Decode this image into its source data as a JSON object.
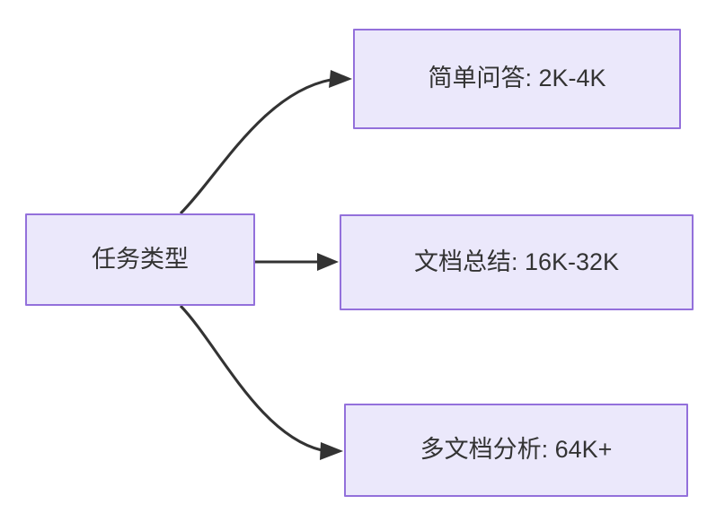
{
  "diagram": {
    "type": "flowchart",
    "direction": "left-to-right",
    "background_color": "#ffffff",
    "node_fill_color": "#ebe8fb",
    "node_border_color": "#9370db",
    "node_text_color": "#333333",
    "edge_color": "#333333",
    "root": {
      "id": "task-type",
      "label": "任务类型"
    },
    "branches": [
      {
        "id": "simple-qa",
        "label": "简单问答: 2K-4K",
        "task": "简单问答",
        "context_length": "2K-4K",
        "edge_style": "curved",
        "arrowhead": "solid-triangle"
      },
      {
        "id": "doc-summary",
        "label": "文档总结: 16K-32K",
        "task": "文档总结",
        "context_length": "16K-32K",
        "edge_style": "straight",
        "arrowhead": "solid-triangle"
      },
      {
        "id": "multi-doc",
        "label": "多文档分析: 64K+",
        "task": "多文档分析",
        "context_length": "64K+",
        "edge_style": "curved",
        "arrowhead": "solid-triangle"
      }
    ]
  }
}
